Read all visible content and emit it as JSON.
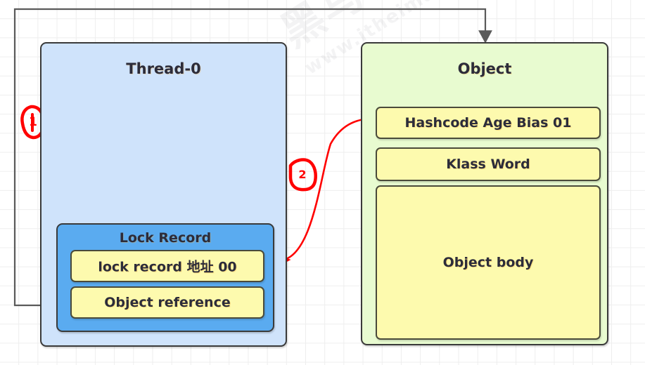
{
  "diagram": {
    "title_watermark": "黑马程序员",
    "url_watermark": "www.itheima.com",
    "thread": {
      "title": "Thread-0",
      "lock_record": {
        "title": "Lock Record",
        "rows": [
          {
            "label": "lock record 地址 00"
          },
          {
            "label": "Object reference"
          }
        ]
      }
    },
    "object": {
      "title": "Object",
      "rows": [
        {
          "label": "Hashcode Age Bias 01"
        },
        {
          "label": "Klass Word"
        },
        {
          "label": "Object body"
        }
      ]
    },
    "markers": [
      {
        "label": "1"
      },
      {
        "label": "2"
      }
    ],
    "colors": {
      "thread_fill": "#cfe3fb",
      "object_fill": "#e8fbd0",
      "lock_fill": "#5aabf0",
      "field_fill": "#fdfaae",
      "stroke": "#3a3a3a",
      "annotation": "#ff0000"
    }
  }
}
